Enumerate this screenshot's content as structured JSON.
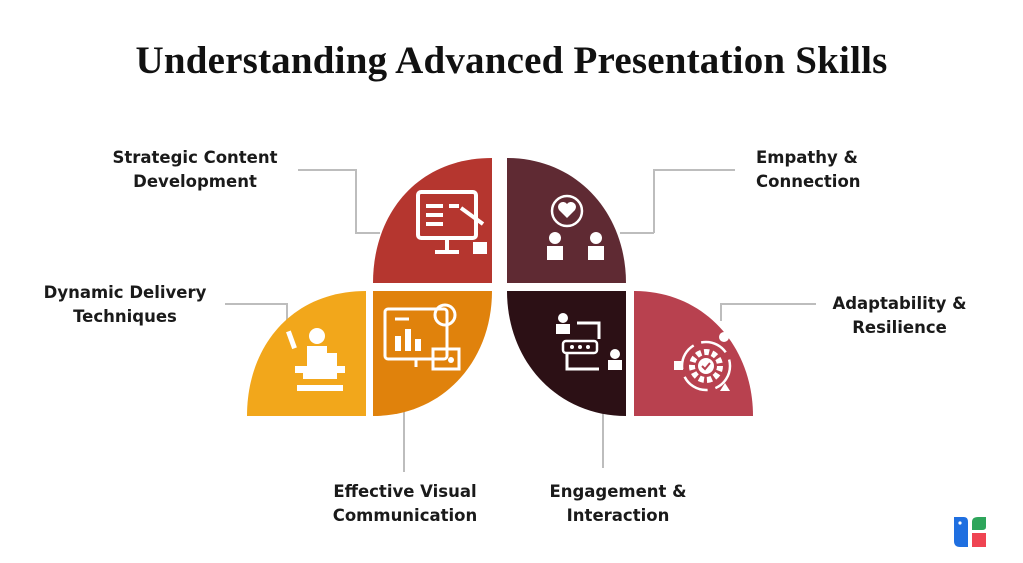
{
  "title": "Understanding Advanced Presentation Skills",
  "skills": [
    {
      "line1": "Strategic Content",
      "line2": "Development",
      "color": "#b5362f",
      "icon": "monitor-writing-icon"
    },
    {
      "line1": "Empathy &",
      "line2": "Connection",
      "color": "#5f2a33",
      "icon": "heart-people-icon"
    },
    {
      "line1": "Dynamic Delivery",
      "line2": "Techniques",
      "color": "#f2a71b",
      "icon": "speaker-podium-icon"
    },
    {
      "line1": "Effective Visual",
      "line2": "Communication",
      "color": "#e0820c",
      "icon": "dashboard-chart-icon"
    },
    {
      "line1": "Engagement &",
      "line2": "Interaction",
      "color": "#2c1015",
      "icon": "conversation-exchange-icon"
    },
    {
      "line1": "Adaptability &",
      "line2": "Resilience",
      "color": "#b8414f",
      "icon": "gear-cycle-icon"
    }
  ],
  "logo": {
    "colors": [
      "#1f6fe0",
      "#2ea55b",
      "#ef4452"
    ]
  }
}
